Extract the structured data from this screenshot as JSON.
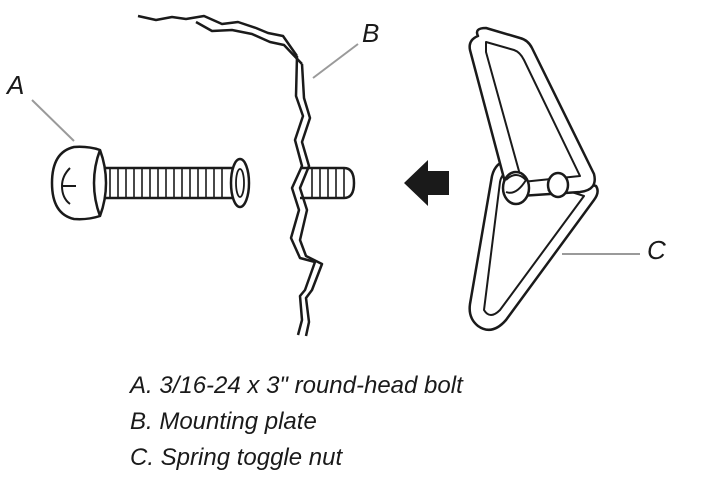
{
  "callouts": {
    "a": "A",
    "b": "B",
    "c": "C"
  },
  "legend": [
    "A. 3/16-24 x 3\" round-head bolt",
    "B. Mounting plate",
    "C. Spring toggle nut"
  ],
  "colors": {
    "ink": "#1a1a1a",
    "leader": "#9a9a9a",
    "background": "#ffffff"
  },
  "icons": {
    "arrow": "left-arrow-icon"
  }
}
